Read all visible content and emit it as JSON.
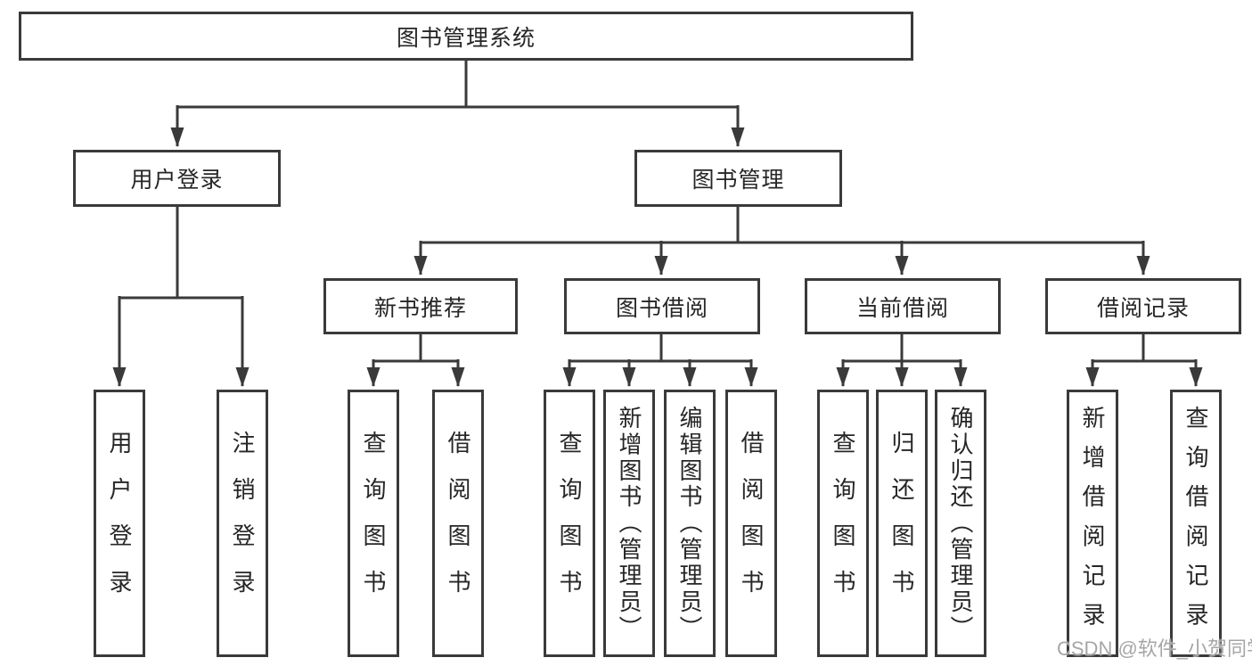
{
  "diagram": {
    "watermark": "CSDN @软件_小贺同学",
    "colors": {
      "line": "#3a3a3a",
      "box_border": "#3a3a3a",
      "text": "#262626",
      "background": "#ffffff",
      "watermark_text": "#a6a6a6"
    },
    "nodes": {
      "root": {
        "label": "图书管理系统"
      },
      "user_login": {
        "label": "用户登录"
      },
      "book_management": {
        "label": "图书管理"
      },
      "new_book_recommend": {
        "label": "新书推荐"
      },
      "book_borrowing": {
        "label": "图书借阅"
      },
      "current_borrowing": {
        "label": "当前借阅"
      },
      "borrow_records": {
        "label": "借阅记录"
      },
      "leaf_user_login": {
        "label": "用户登录"
      },
      "leaf_logout": {
        "label": "注销登录"
      },
      "leaf_query_books_1": {
        "label": "查询图书"
      },
      "leaf_borrow_books_1": {
        "label": "借阅图书"
      },
      "leaf_query_books_2": {
        "label": "查询图书"
      },
      "leaf_add_books": {
        "label": "新增图书（管理员）"
      },
      "leaf_edit_books": {
        "label": "编辑图书（管理员）"
      },
      "leaf_borrow_books_2": {
        "label": "借阅图书"
      },
      "leaf_query_books_3": {
        "label": "查询图书"
      },
      "leaf_return_books": {
        "label": "归还图书"
      },
      "leaf_confirm_return": {
        "label": "确认归还（管理员）"
      },
      "leaf_add_borrow_record": {
        "label": "新增借阅记录"
      },
      "leaf_query_borrow_record": {
        "label": "查询借阅记录"
      }
    },
    "structure": {
      "图书管理系统": {
        "用户登录": [
          "用户登录",
          "注销登录"
        ],
        "图书管理": {
          "新书推荐": [
            "查询图书",
            "借阅图书"
          ],
          "图书借阅": [
            "查询图书",
            "新增图书（管理员）",
            "编辑图书（管理员）",
            "借阅图书"
          ],
          "当前借阅": [
            "查询图书",
            "归还图书",
            "确认归还（管理员）"
          ],
          "借阅记录": [
            "新增借阅记录",
            "查询借阅记录"
          ]
        }
      }
    }
  }
}
